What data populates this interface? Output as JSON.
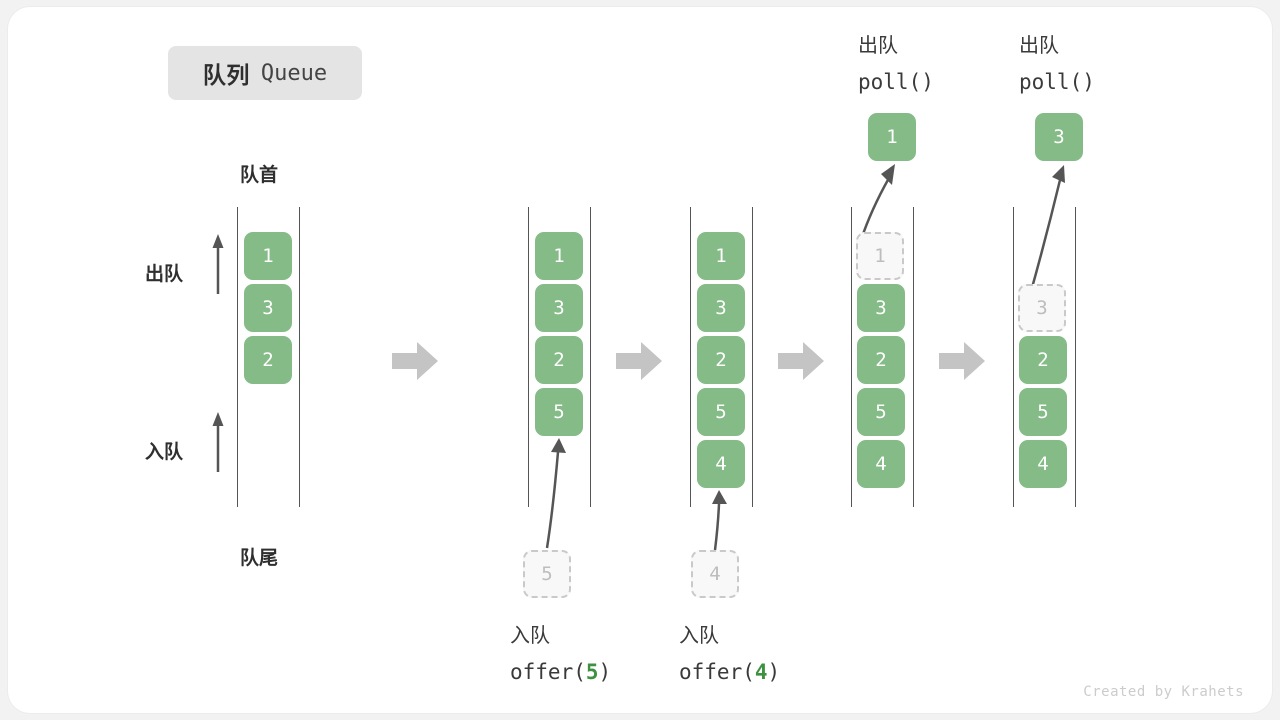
{
  "title": {
    "cn": "队列",
    "en": "Queue"
  },
  "labels": {
    "front": "队首",
    "rear": "队尾",
    "dequeue": "出队",
    "enqueue": "入队"
  },
  "colors": {
    "element_green": "#84bb86",
    "ghost_border": "#c9c9c9",
    "ghost_fill": "#f8f8f8",
    "rail": "#555555",
    "block_arrow": "#c4c4c4",
    "code_accent": "#3f9142",
    "badge_bg": "#e4e4e4",
    "card_bg": "#ffffff"
  },
  "columns": [
    {
      "name": "initial-queue",
      "items": [
        {
          "value": "1",
          "state": "solid"
        },
        {
          "value": "3",
          "state": "solid"
        },
        {
          "value": "2",
          "state": "solid"
        }
      ]
    },
    {
      "name": "after-offer-5",
      "items": [
        {
          "value": "1",
          "state": "solid"
        },
        {
          "value": "3",
          "state": "solid"
        },
        {
          "value": "2",
          "state": "solid"
        },
        {
          "value": "5",
          "state": "solid"
        }
      ],
      "incoming": {
        "value": "5"
      },
      "operation": {
        "cn": "入队",
        "code_prefix": "offer(",
        "code_arg": "5",
        "code_suffix": ")"
      }
    },
    {
      "name": "after-offer-4",
      "items": [
        {
          "value": "1",
          "state": "solid"
        },
        {
          "value": "3",
          "state": "solid"
        },
        {
          "value": "2",
          "state": "solid"
        },
        {
          "value": "5",
          "state": "solid"
        },
        {
          "value": "4",
          "state": "solid"
        }
      ],
      "incoming": {
        "value": "4"
      },
      "operation": {
        "cn": "入队",
        "code_prefix": "offer(",
        "code_arg": "4",
        "code_suffix": ")"
      }
    },
    {
      "name": "after-poll-1",
      "items": [
        {
          "value": "1",
          "state": "ghost"
        },
        {
          "value": "3",
          "state": "solid"
        },
        {
          "value": "2",
          "state": "solid"
        },
        {
          "value": "5",
          "state": "solid"
        },
        {
          "value": "4",
          "state": "solid"
        }
      ],
      "result": {
        "value": "1"
      },
      "operation": {
        "cn": "出队",
        "code": "poll()"
      }
    },
    {
      "name": "after-poll-3",
      "items": [
        {
          "value": "",
          "state": "empty"
        },
        {
          "value": "3",
          "state": "ghost"
        },
        {
          "value": "2",
          "state": "solid"
        },
        {
          "value": "5",
          "state": "solid"
        },
        {
          "value": "4",
          "state": "solid"
        }
      ],
      "result": {
        "value": "3"
      },
      "operation": {
        "cn": "出队",
        "code": "poll()"
      }
    }
  ],
  "footer": "Created by Krahets"
}
